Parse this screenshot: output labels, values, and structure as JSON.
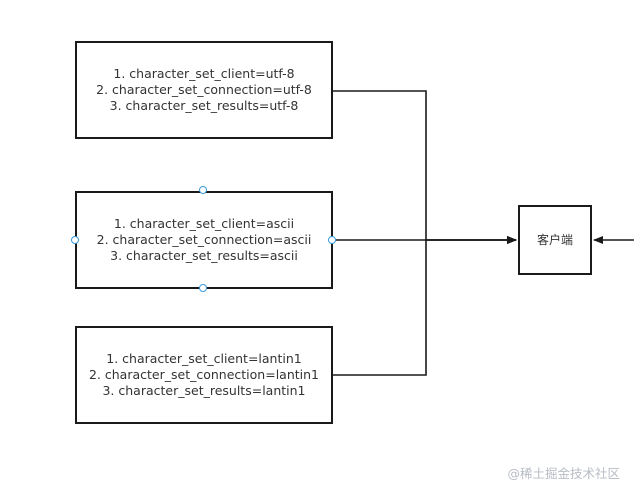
{
  "nodes": {
    "utf8": {
      "lines": [
        "1. character_set_client=utf-8",
        "2. character_set_connection=utf-8",
        "3. character_set_results=utf-8"
      ]
    },
    "ascii": {
      "lines": [
        "1. character_set_client=ascii",
        "2. character_set_connection=ascii",
        "3. character_set_results=ascii"
      ]
    },
    "lantin1": {
      "lines": [
        "1. character_set_client=lantin1",
        "2. character_set_connection=lantin1",
        "3. character_set_results=lantin1"
      ]
    },
    "client": {
      "label": "客户端"
    }
  },
  "edges": [
    {
      "from": "utf8",
      "to": "client"
    },
    {
      "from": "ascii",
      "to": "client"
    },
    {
      "from": "lantin1",
      "to": "client"
    }
  ],
  "selected_node": "ascii",
  "colors": {
    "stroke": "#1a1a1a",
    "selection": "#3a9ad9",
    "watermark": "#b7bcc4"
  },
  "watermark": {
    "text": "@稀土掘金技术社区"
  }
}
